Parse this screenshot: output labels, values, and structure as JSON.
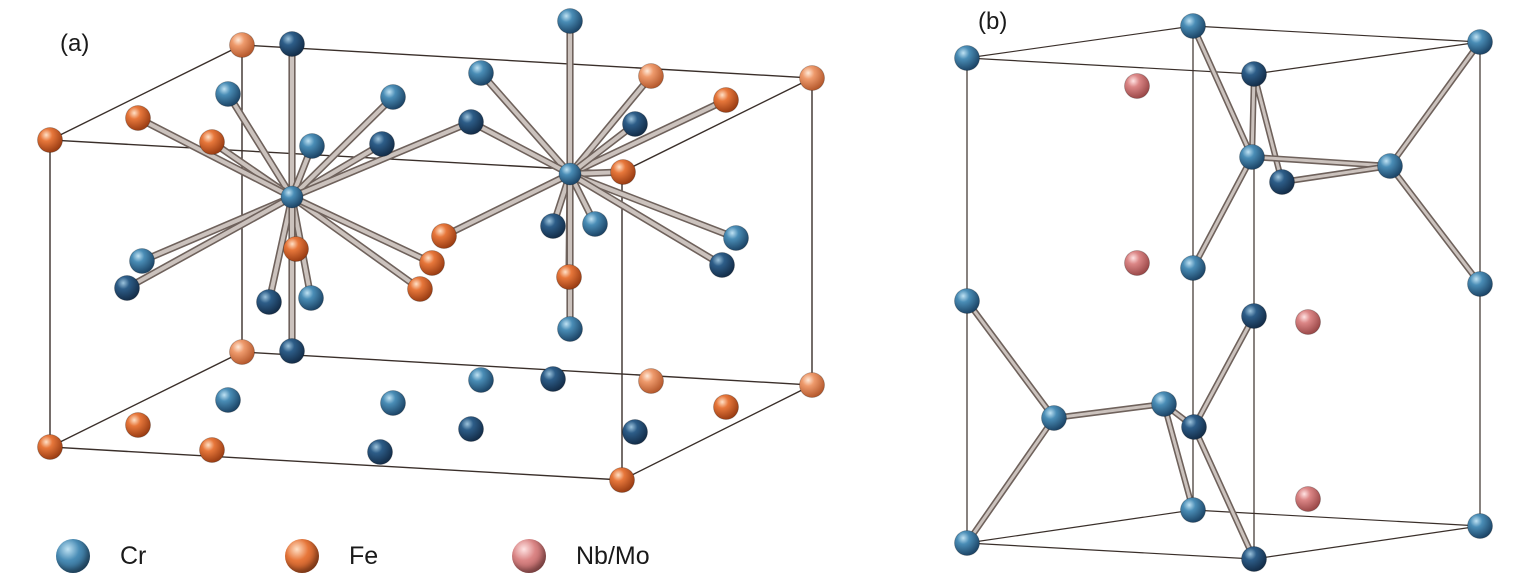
{
  "panels": {
    "a_label": "(a)",
    "b_label": "(b)"
  },
  "legend": [
    {
      "element": "Cr",
      "label": "Cr",
      "color": "#2f6b93"
    },
    {
      "element": "Fe",
      "label": "Fe",
      "color": "#e4763c"
    },
    {
      "element": "NbMo",
      "label": "Nb/Mo",
      "color": "#d98585"
    }
  ],
  "colors": {
    "cr_dark": "#2a4f78",
    "cr_light": "#4f8fb5",
    "fe": "#e4763c",
    "nbmo": "#d98585",
    "bond": "#a59a94",
    "cell_edge": "#3a2f2a"
  }
}
